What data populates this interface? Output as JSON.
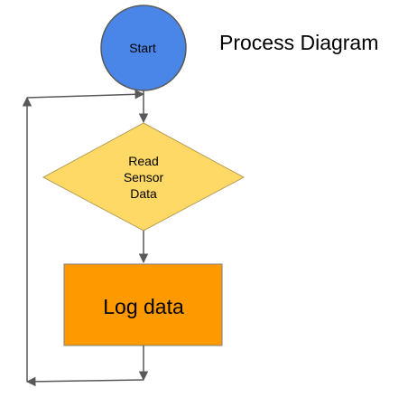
{
  "diagram": {
    "title": "Process Diagram",
    "nodes": {
      "start": {
        "label": "Start",
        "shape": "circle",
        "fill": "#4a86e8",
        "stroke": "#595959"
      },
      "read": {
        "lines": [
          "Read",
          "Sensor",
          "Data"
        ],
        "shape": "diamond",
        "fill": "#ffd966",
        "stroke": "#b8a05a"
      },
      "log": {
        "label": "Log data",
        "shape": "rectangle",
        "fill": "#ff9900",
        "stroke": "#7f7f7f"
      }
    },
    "edges": [
      {
        "from": "start",
        "to": "read",
        "arrow": true
      },
      {
        "from": "read",
        "to": "log",
        "arrow": true
      },
      {
        "from": "log",
        "to": "start",
        "via": "left-loop",
        "arrow": true
      }
    ],
    "colors": {
      "edge": "#595959"
    }
  }
}
